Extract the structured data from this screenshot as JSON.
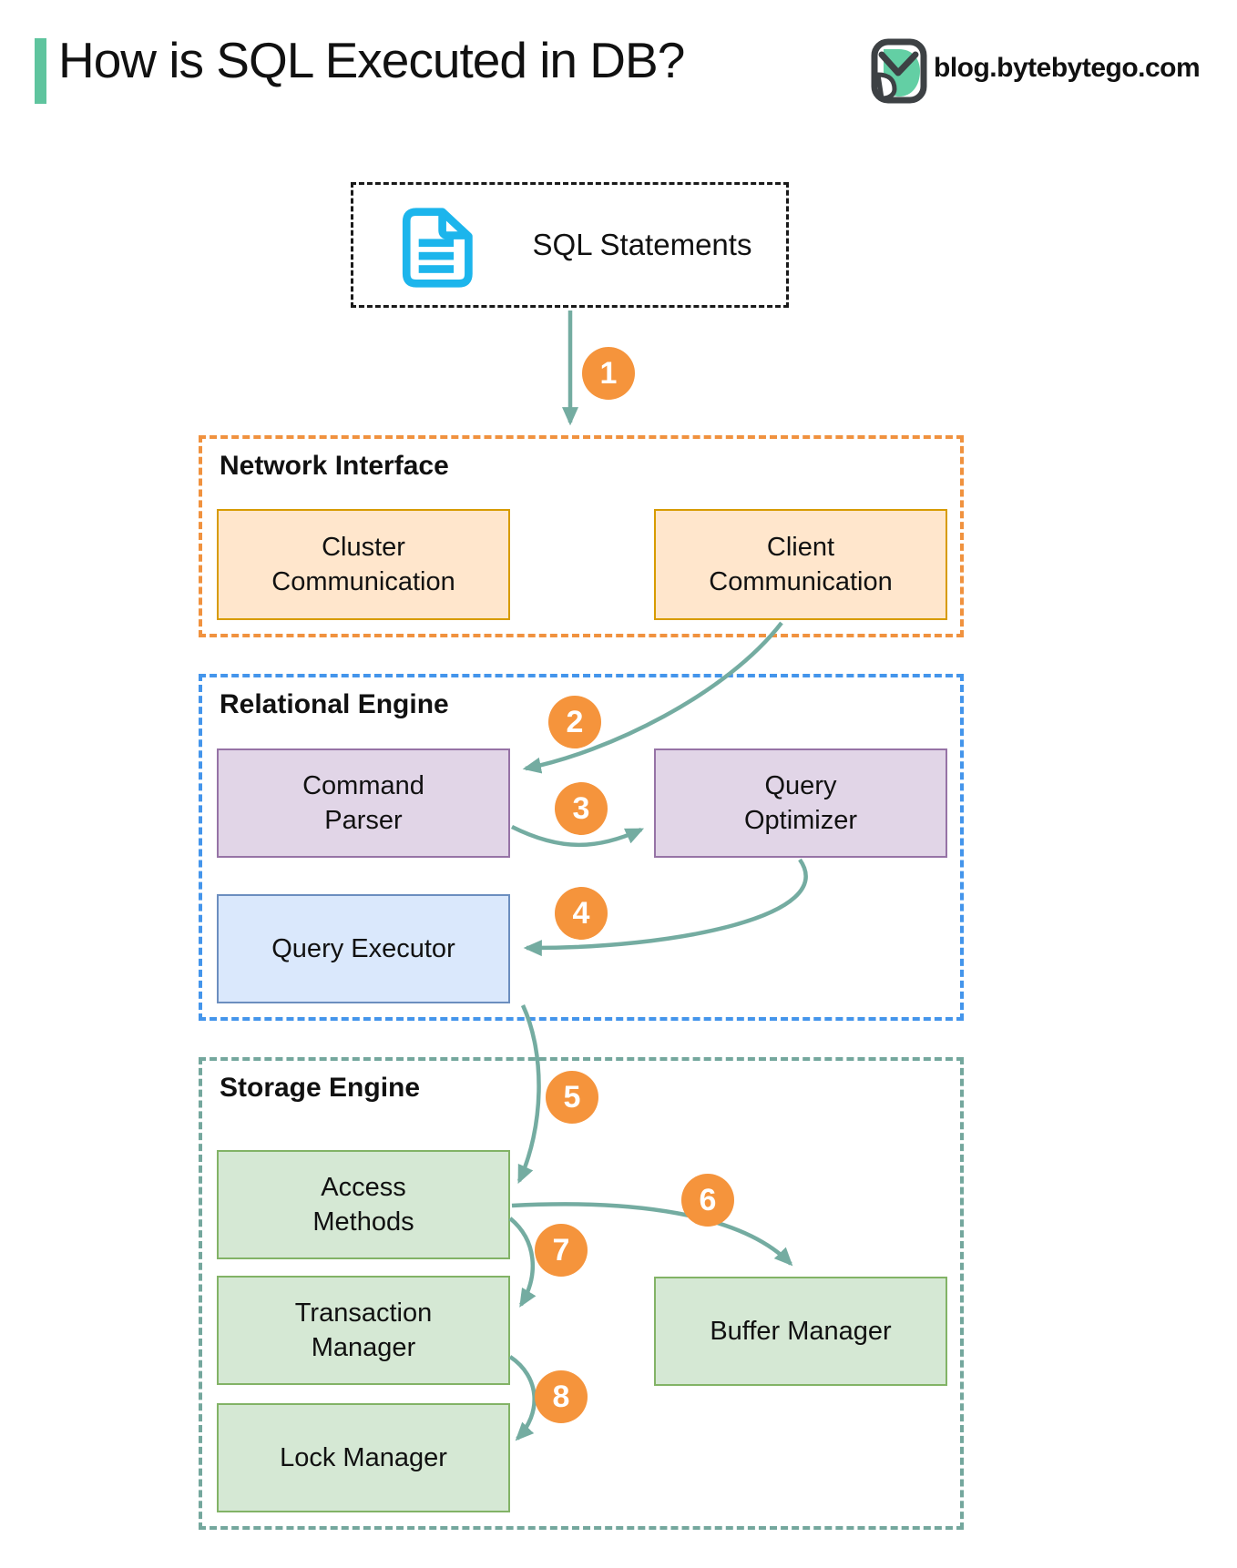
{
  "header": {
    "title": "How is SQL Executed in DB?",
    "brand": "blog.bytebytego.com"
  },
  "source": {
    "label": "SQL Statements",
    "icon": "document-icon"
  },
  "badges": [
    "1",
    "2",
    "3",
    "4",
    "5",
    "6",
    "7",
    "8"
  ],
  "sections": {
    "network": {
      "title": "Network Interface",
      "boxes": [
        {
          "label": "Cluster Communication"
        },
        {
          "label": "Client Communication"
        }
      ]
    },
    "relational": {
      "title": "Relational Engine",
      "boxes": [
        {
          "label": "Command Parser"
        },
        {
          "label": "Query Optimizer"
        },
        {
          "label": "Query Executor"
        }
      ]
    },
    "storage": {
      "title": "Storage Engine",
      "boxes": [
        {
          "label": "Access Methods"
        },
        {
          "label": "Transaction Manager"
        },
        {
          "label": "Lock Manager"
        },
        {
          "label": "Buffer Manager"
        }
      ]
    }
  },
  "flow": [
    {
      "step": "1",
      "from": "SQL Statements",
      "to": "Network Interface"
    },
    {
      "step": "2",
      "from": "Client Communication",
      "to": "Command Parser"
    },
    {
      "step": "3",
      "from": "Command Parser",
      "to": "Query Optimizer"
    },
    {
      "step": "4",
      "from": "Query Optimizer",
      "to": "Query Executor"
    },
    {
      "step": "5",
      "from": "Query Executor",
      "to": "Access Methods"
    },
    {
      "step": "6",
      "from": "Access Methods",
      "to": "Buffer Manager"
    },
    {
      "step": "7",
      "from": "Access Methods",
      "to": "Transaction Manager"
    },
    {
      "step": "8",
      "from": "Transaction Manager",
      "to": "Lock Manager"
    }
  ],
  "colors": {
    "accent_green": "#5FC49E",
    "document_icon_cyan": "#1CB5EC",
    "arrow_teal": "#74ACA1",
    "badge_orange": "#F5943C",
    "network_dash": "#F0923F",
    "relational_dash": "#4495EB",
    "storage_dash": "#74A79D",
    "orange_box_fill": "#FFE6CC",
    "orange_box_border": "#D79B00",
    "purple_box_fill": "#E1D5E7",
    "purple_box_border": "#9673A6",
    "blue_box_fill": "#DAE8FC",
    "blue_box_border": "#6C8EBF",
    "green_box_fill": "#D5E8D4",
    "green_box_border": "#82B366"
  }
}
